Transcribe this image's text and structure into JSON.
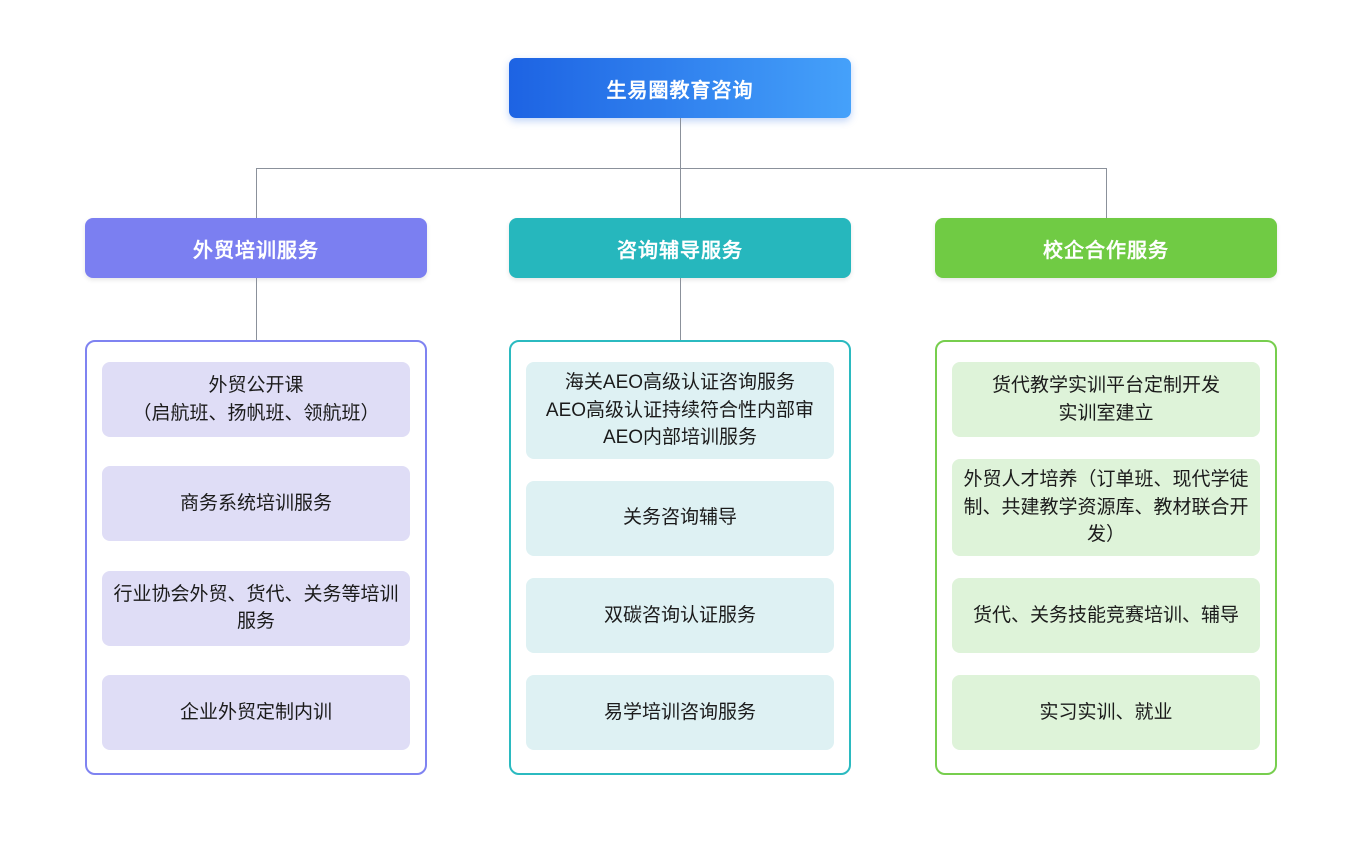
{
  "root": {
    "label": "生易圈教育咨询",
    "gradient_from": "#1d63e3",
    "gradient_to": "#45a1fa"
  },
  "connector_color": "#8b919b",
  "branches": [
    {
      "label": "外贸培训服务",
      "header_color": "#7b7ff1",
      "border_color": "#7f83f1",
      "item_bg": "#dfddf6",
      "connector_to_container": true,
      "items": [
        {
          "lines": [
            "外贸公开课",
            "（启航班、扬帆班、领航班）"
          ]
        },
        {
          "lines": [
            "商务系统培训服务"
          ]
        },
        {
          "lines": [
            "行业协会外贸、货代、关务等培训服务"
          ]
        },
        {
          "lines": [
            "企业外贸定制内训"
          ]
        }
      ]
    },
    {
      "label": "咨询辅导服务",
      "header_color": "#26b7bd",
      "border_color": "#2bbac0",
      "item_bg": "#def1f3",
      "connector_to_container": true,
      "items": [
        {
          "lines": [
            "海关AEO高级认证咨询服务",
            "AEO高级认证持续符合性内部审",
            "AEO内部培训服务"
          ]
        },
        {
          "lines": [
            "关务咨询辅导"
          ]
        },
        {
          "lines": [
            "双碳咨询认证服务"
          ]
        },
        {
          "lines": [
            "易学培训咨询服务"
          ]
        }
      ]
    },
    {
      "label": "校企合作服务",
      "header_color": "#70cb44",
      "border_color": "#77ce4e",
      "item_bg": "#def3d9",
      "connector_to_container": false,
      "items": [
        {
          "lines": [
            "货代教学实训平台定制开发",
            "实训室建立"
          ]
        },
        {
          "lines": [
            "外贸人才培养（订单班、现代学徒制、共建教学资源库、教材联合开发）"
          ]
        },
        {
          "lines": [
            "货代、关务技能竞赛培训、辅导"
          ]
        },
        {
          "lines": [
            "实习实训、就业"
          ]
        }
      ]
    }
  ]
}
